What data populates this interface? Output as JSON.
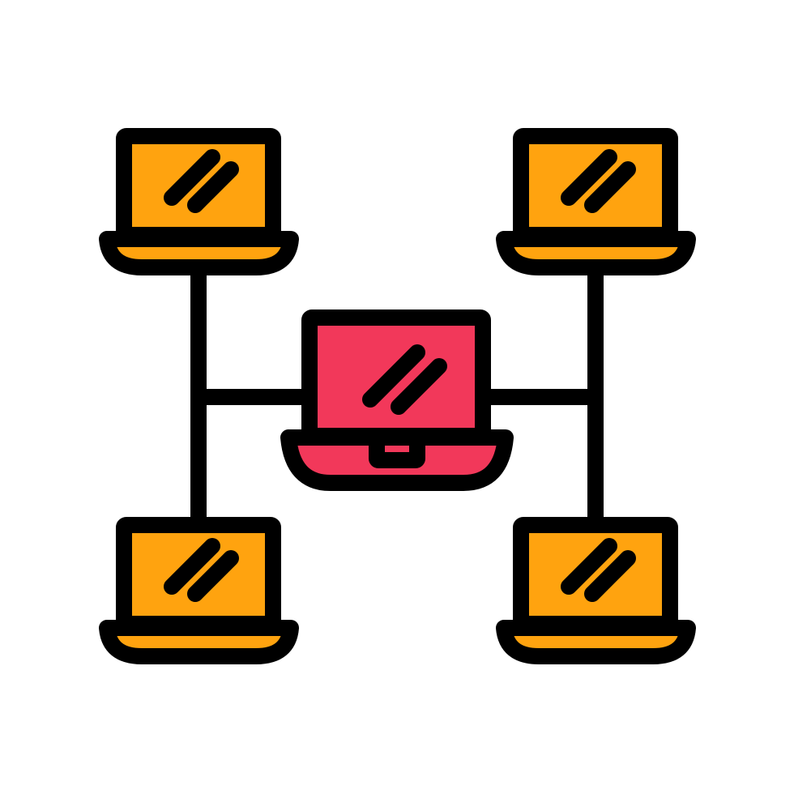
{
  "icon": {
    "name": "computer-network-icon",
    "style": "filled-outline",
    "colors": {
      "outline": "#000000",
      "peripheral_laptop_fill": "#FFA30F",
      "central_laptop_fill": "#F2385A",
      "background": "#FFFFFF"
    },
    "laptops": [
      {
        "name": "laptop-top-left-icon",
        "role": "peripheral"
      },
      {
        "name": "laptop-top-right-icon",
        "role": "peripheral"
      },
      {
        "name": "laptop-bottom-left-icon",
        "role": "peripheral"
      },
      {
        "name": "laptop-bottom-right-icon",
        "role": "peripheral"
      },
      {
        "name": "laptop-center-icon",
        "role": "central"
      }
    ]
  }
}
